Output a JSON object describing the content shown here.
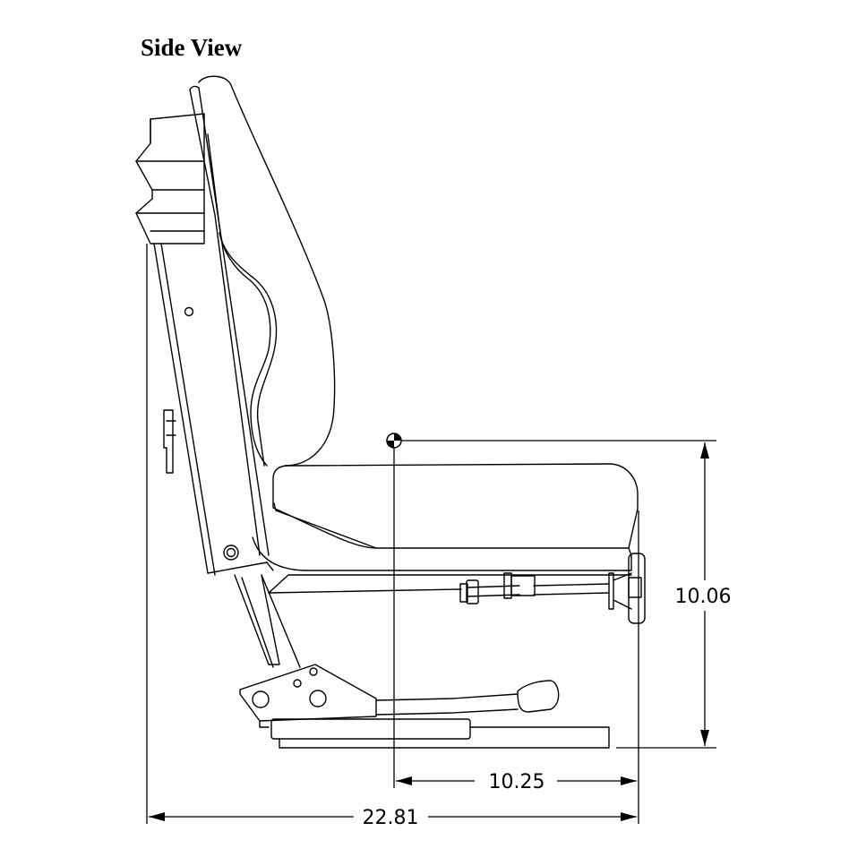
{
  "title": "Side View",
  "dimensions": {
    "overall_depth": "22.81",
    "h_point_to_front": "10.25",
    "h_point_height": "10.06"
  },
  "colors": {
    "line": "#000000",
    "background": "#ffffff"
  }
}
